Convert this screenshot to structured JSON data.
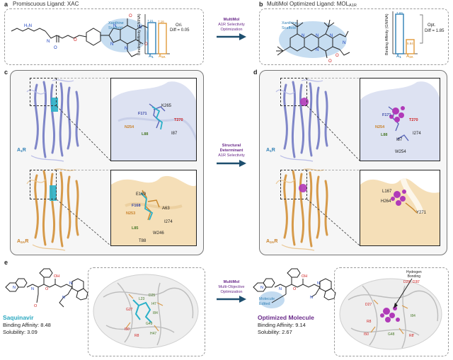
{
  "panel_a": {
    "label": "a",
    "title": "Promiscuous Ligand: XAC",
    "scaffold": "Xanthine\nScaffold",
    "ylabel": "Binding Affinity (GNINA)",
    "bar1_value": "7.21",
    "bar2_value": "7.16",
    "ann_line1": "Ori.",
    "ann_line2": "Diff = 0.05",
    "x1": "A",
    "x1_sub": "1",
    "x2": "A",
    "x2_sub": "2A"
  },
  "panel_b": {
    "label": "b",
    "title": "MultiMol Optimized Ligand: MOL",
    "title_sub": "A1R",
    "scaffold": "Xanthine\nScaffold",
    "ylabel": "Binding Affinity (GNINA)",
    "bar1_value": "7.69",
    "bar2_value": "5.84",
    "ann_line1": "Opt.",
    "ann_line2": "Diff = 1.85",
    "x1": "A",
    "x1_sub": "1",
    "x2": "A",
    "x2_sub": "2A"
  },
  "arrow_ab": {
    "line1": "MultiMol",
    "line2": "A1R Selectivity",
    "line3": "Optimization"
  },
  "panel_c": {
    "label": "c",
    "receptor1": "A",
    "receptor1_sub": "1",
    "receptor1_suffix": "R",
    "receptor2": "A",
    "receptor2_sub": "2A",
    "receptor2_suffix": "R",
    "res_top": [
      "K265",
      "F171",
      "T270",
      "N254",
      "I87",
      "L88"
    ],
    "res_bot": [
      "E169",
      "F168",
      "A63",
      "N253",
      "I274",
      "L85",
      "W246",
      "T88"
    ]
  },
  "arrow_cd": {
    "line1": "Structural",
    "line2": "Determinant",
    "line3": "A1R Selectivity"
  },
  "panel_d": {
    "label": "d",
    "receptor1": "A",
    "receptor1_sub": "1",
    "receptor1_suffix": "R",
    "receptor2": "A",
    "receptor2_sub": "2A",
    "receptor2_suffix": "R",
    "res_top": [
      "F171",
      "T270",
      "N254",
      "I274",
      "L88",
      "I87",
      "W254"
    ],
    "res_bot": [
      "L167",
      "H264",
      "Y271"
    ]
  },
  "panel_e": {
    "label": "e",
    "name1": "Saquinavir",
    "aff1": "Binding Affinity: 8.48",
    "sol1": "Solubility: 3.09",
    "arrow_line1": "MultiMol",
    "arrow_line2": "Multi-Objective",
    "arrow_line3": "Optimization",
    "edited": "Molecule\nEdited",
    "name2": "Optimized Molecule",
    "aff2": "Binding Affinity: 9.14",
    "sol2": "Solubility: 2.67",
    "hbond": "Hydrogen\nBonding",
    "hbond_res": "D29', D30'",
    "res_left": [
      "D25",
      "L23",
      "I47",
      "G27",
      "I84",
      "G49",
      "I50",
      "H47",
      "R8"
    ],
    "res_right": [
      "D27",
      "R8",
      "I84",
      "G48",
      "I50",
      "R8'"
    ]
  },
  "colors": {
    "a1": "#2f7fb5",
    "a2a": "#e09a3a",
    "purple": "#6a2a8a",
    "arrow": "#1d4e6e",
    "scaffold": "#bcd7ee"
  }
}
